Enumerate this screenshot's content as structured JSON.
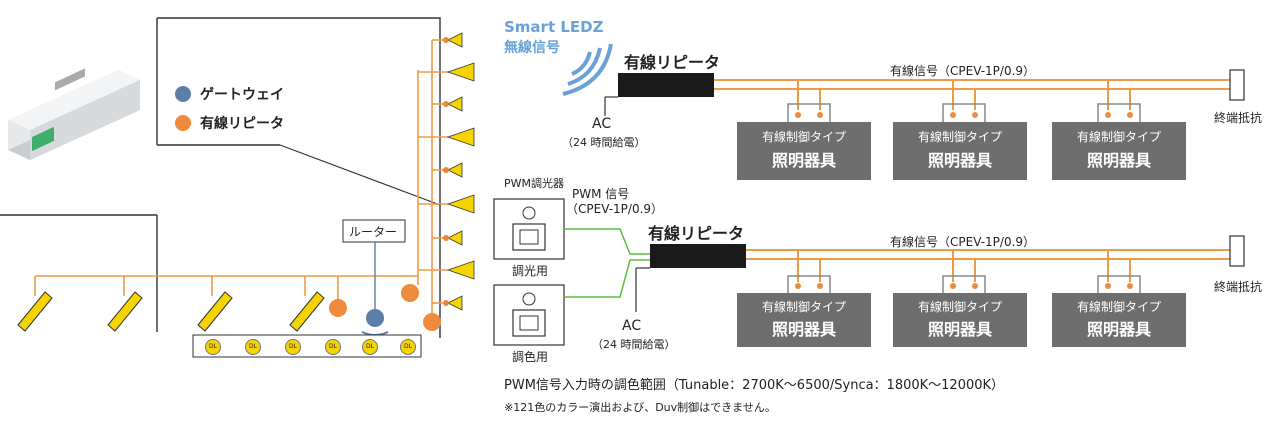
{
  "legend": {
    "gateway": {
      "label": "ゲートウェイ",
      "color": "#5b7fa8"
    },
    "repeater": {
      "label": "有線リピータ",
      "color": "#f08a3c"
    }
  },
  "floorplan": {
    "router_label": "ルーター",
    "downlight_label": "DL",
    "downlight_count": 6
  },
  "wireless": {
    "line1": "Smart LEDZ",
    "line2": "無線信号",
    "color": "#6aa2d8"
  },
  "top_system": {
    "repeater_label": "有線リピータ",
    "ac_label": "AC",
    "ac_note": "（24 時間給電）",
    "signal_label": "有線信号（CPEV-1P/0.9）",
    "fixtures": [
      {
        "type": "有線制御タイプ",
        "name": "照明器具"
      },
      {
        "type": "有線制御タイプ",
        "name": "照明器具"
      },
      {
        "type": "有線制御タイプ",
        "name": "照明器具"
      }
    ],
    "terminator_label": "終端抵抗"
  },
  "bottom_system": {
    "dimmer_title": "PWM調光器",
    "pwm_label": "PWM 信号",
    "pwm_cable": "（CPEV-1P/0.9）",
    "repeater_label": "有線リピータ",
    "switch1_label": "調光用",
    "switch2_label": "調色用",
    "ac_label": "AC",
    "ac_note": "（24 時間給電）",
    "signal_label": "有線信号（CPEV-1P/0.9）",
    "fixtures": [
      {
        "type": "有線制御タイプ",
        "name": "照明器具"
      },
      {
        "type": "有線制御タイプ",
        "name": "照明器具"
      },
      {
        "type": "有線制御タイプ",
        "name": "照明器具"
      }
    ],
    "terminator_label": "終端抵抗"
  },
  "footnote": {
    "range": "PWM信号入力時の調色範囲（Tunable：2700K～6500/Synca：1800K～12000K）",
    "note": "※121色のカラー演出および、Duv制御はできません。"
  },
  "colors": {
    "wire": "#f09a45",
    "pwm_wire": "#5cbf3a",
    "fixture": "#6e6e6e",
    "device": "#1a1a1a"
  }
}
